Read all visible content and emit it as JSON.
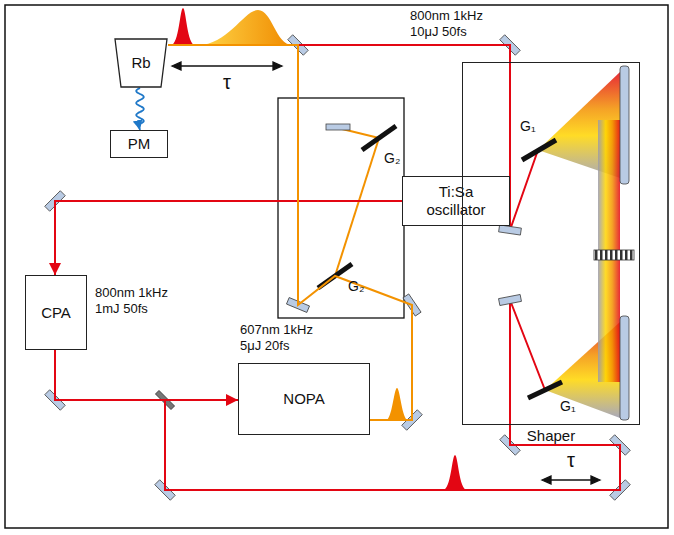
{
  "diagram": {
    "nodes": [
      {
        "text": [
          "Rb"
        ]
      },
      {
        "text": [
          "PM"
        ]
      },
      {
        "text": [
          "Ti:Sa oscillator"
        ]
      },
      {
        "text": [
          "Shaper"
        ]
      },
      {
        "text": [
          "CPA"
        ]
      },
      {
        "text": [
          "NOPA"
        ]
      }
    ],
    "edges": [
      {
        "from": 0,
        "to": 1,
        "arrow": "to"
      },
      {
        "from": 2,
        "to": 4,
        "arrow": "to"
      },
      {
        "from": 4,
        "to": 5,
        "arrow": "to"
      },
      {
        "from": 4,
        "to": 3,
        "arrow": "none"
      },
      {
        "from": 3,
        "to": 0,
        "arrow": "none"
      },
      {
        "from": 5,
        "to": 0,
        "arrow": "none"
      }
    ],
    "labels": [
      "τ",
      "800nm 1kHz 10μJ 50fs",
      "G₂",
      "G₂",
      "G₁",
      "G₁",
      "800nm 1kHz 1mJ 50fs",
      "607nm 1kHz 5μJ 20fs",
      "τ"
    ]
  }
}
